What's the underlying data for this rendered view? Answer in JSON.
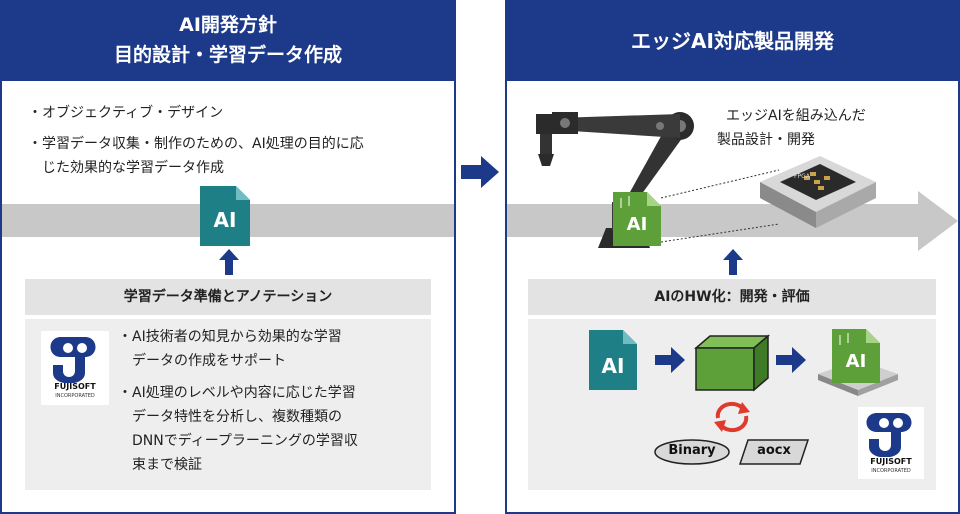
{
  "left": {
    "title_line1": "AI開発方針",
    "title_line2": "目的設計・学習データ作成",
    "bullets": [
      "・オブジェクティブ・デザイン",
      "・学習データ収集・制作のための、AI処理の目的に応",
      "　じた効果的な学習データ作成"
    ],
    "ai_label": "AI",
    "subheading": "学習データ準備とアノテーション",
    "details": [
      "・AI技術者の知見から効果的な学習",
      "　データの作成をサポート",
      "・AI処理のレベルや内容に応じた学習",
      "　データ特性を分析し、複数種類の",
      "　DNNでディープラーニングの学習収",
      "　束まで検証"
    ],
    "logo_name": "FUJISOFT",
    "logo_sub": "INCORPORATED"
  },
  "right": {
    "title": "エッジAI対応製品開発",
    "caption_line1": "エッジAIを組み込んだ",
    "caption_line2": "製品設計・開発",
    "chip_label": "FPGA",
    "ai_label": "AI",
    "subheading": "AIのHW化：開発・評価",
    "flow_ai_label": "AI",
    "flow_ai_label_2": "AI",
    "binary_label": "Binary",
    "aocx_label": "aocx",
    "logo_name": "FUJISOFT",
    "logo_sub": "INCORPORATED"
  },
  "colors": {
    "navy": "#1d3a8a",
    "teal": "#1e7f87",
    "green": "#5da03a",
    "gray_band": "#c8c8c8"
  }
}
